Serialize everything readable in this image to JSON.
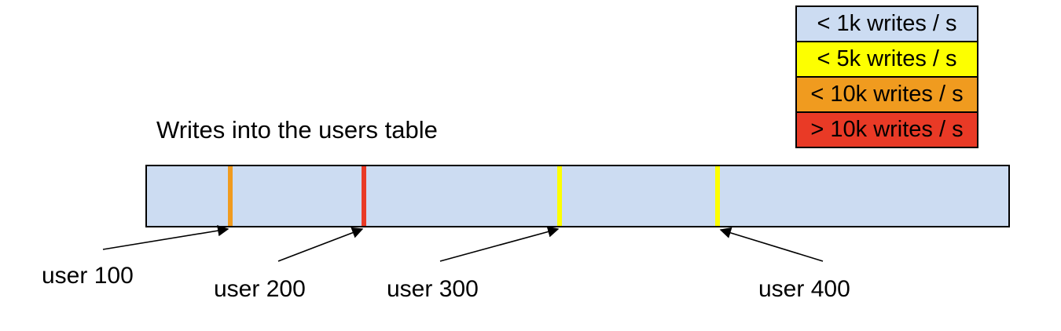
{
  "title": "Writes into the users table",
  "legend": {
    "items": [
      {
        "label": "< 1k writes / s",
        "color": "#ccdcf2"
      },
      {
        "label": "< 5k writes / s",
        "color": "#fdff00"
      },
      {
        "label": "< 10k writes / s",
        "color": "#f09b1f"
      },
      {
        "label": "> 10k writes / s",
        "color": "#e93a26"
      }
    ]
  },
  "bar": {
    "fill": "#ccdcf2",
    "border_color": "#000000",
    "markers": [
      {
        "label": "user 100",
        "color": "#f09b1f"
      },
      {
        "label": "user 200",
        "color": "#e93a26"
      },
      {
        "label": "user 300",
        "color": "#fdff00"
      },
      {
        "label": "user 400",
        "color": "#fdff00"
      }
    ]
  }
}
